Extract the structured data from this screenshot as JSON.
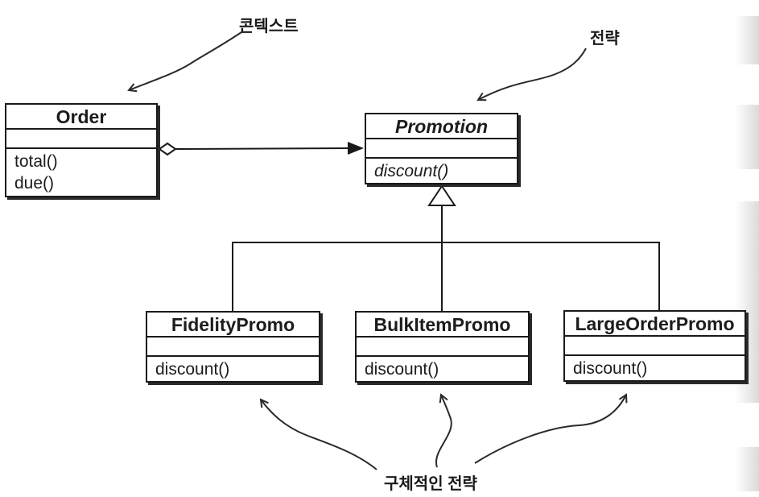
{
  "notes": {
    "context": "콘텍스트",
    "strategy": "전략",
    "concrete_strategies": "구체적인 전략"
  },
  "classes": {
    "order": {
      "name": "Order",
      "abstract": false,
      "operations": [
        "total()",
        "due()"
      ]
    },
    "promotion": {
      "name": "Promotion",
      "abstract": true,
      "operations": [
        "discount()"
      ]
    },
    "fidelity_promo": {
      "name": "FidelityPromo",
      "abstract": false,
      "operations": [
        "discount()"
      ]
    },
    "bulk_item_promo": {
      "name": "BulkItemPromo",
      "abstract": false,
      "operations": [
        "discount()"
      ]
    },
    "large_order_promo": {
      "name": "LargeOrderPromo",
      "abstract": false,
      "operations": [
        "discount()"
      ]
    }
  },
  "relations": [
    {
      "type": "aggregation",
      "from": "order",
      "to": "promotion"
    },
    {
      "type": "generalization",
      "from": "fidelity_promo",
      "to": "promotion"
    },
    {
      "type": "generalization",
      "from": "bulk_item_promo",
      "to": "promotion"
    },
    {
      "type": "generalization",
      "from": "large_order_promo",
      "to": "promotion"
    }
  ],
  "colors": {
    "ink": "#1a1a1a",
    "paper": "#ffffff"
  }
}
